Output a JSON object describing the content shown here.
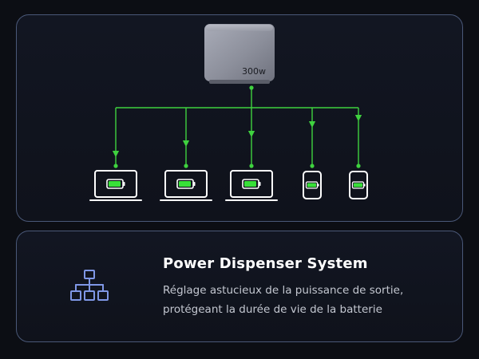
{
  "charger": {
    "wattage": "300w"
  },
  "feature": {
    "title": "Power Dispenser System",
    "description_line1": "Réglage astucieux de la puissance de sortie,",
    "description_line2": "protégeant la durée de vie de la batterie"
  },
  "colors": {
    "connector": "#3fd23f",
    "battery_fill": "#38e038",
    "panel_border": "#4a5878",
    "icon_stroke": "#7f97e6",
    "background": "#0c0e14"
  },
  "devices": [
    {
      "type": "laptop",
      "icon": "laptop-icon"
    },
    {
      "type": "laptop",
      "icon": "laptop-icon"
    },
    {
      "type": "laptop",
      "icon": "laptop-icon"
    },
    {
      "type": "phone",
      "icon": "phone-icon"
    },
    {
      "type": "phone",
      "icon": "phone-icon"
    }
  ],
  "icons": {
    "feature": "network-hierarchy-icon",
    "charger": "charger-icon"
  }
}
